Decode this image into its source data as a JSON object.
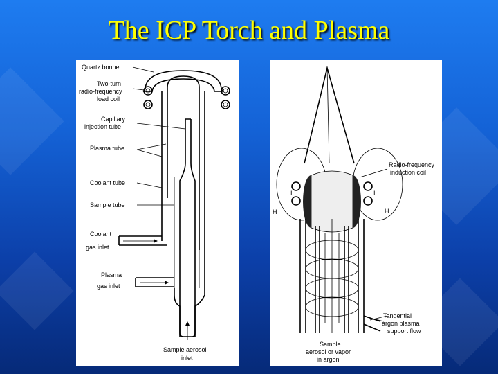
{
  "title": "The ICP Torch and Plasma",
  "torch_labels": {
    "quartz_bonnet": "Quartz bonnet",
    "rf_coil_1": "Two-turn",
    "rf_coil_2": "radio-frequency",
    "rf_coil_3": "load coil",
    "capillary_1": "Capillary",
    "capillary_2": "injection tube",
    "plasma_tube": "Plasma tube",
    "coolant_tube": "Coolant tube",
    "sample_tube": "Sample tube",
    "coolant_inlet_1": "Coolant",
    "coolant_inlet_2": "gas inlet",
    "plasma_inlet_1": "Plasma",
    "plasma_inlet_2": "gas inlet",
    "aerosol_1": "Sample aerosol",
    "aerosol_2": "inlet"
  },
  "plasma_labels": {
    "induction_1": "Radio-frequency",
    "induction_2": "induction coil",
    "h_left": "H",
    "h_right": "H",
    "i_left": "I",
    "i_right": "I",
    "tangential_1": "Tangential",
    "tangential_2": "argon plasma",
    "tangential_3": "support flow",
    "sample_1": "Sample",
    "sample_2": "aerosol or vapor",
    "sample_3": "in argon"
  },
  "colors": {
    "background": "#1462d6",
    "title": "#ffff00",
    "panel": "#ffffff"
  }
}
